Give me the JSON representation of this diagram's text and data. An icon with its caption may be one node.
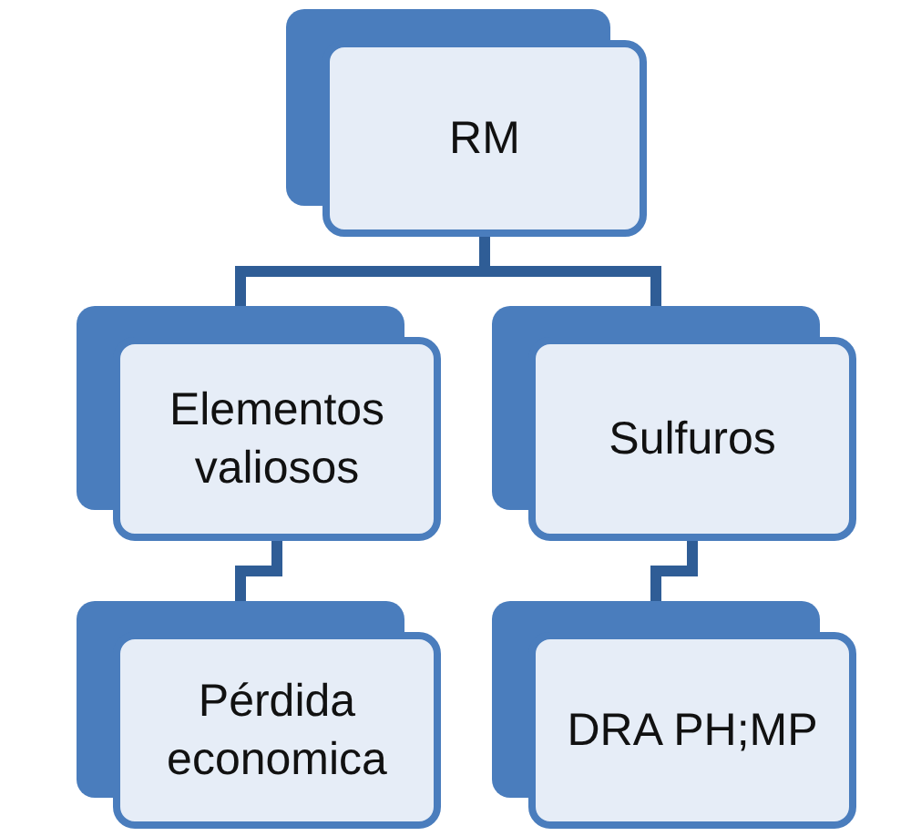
{
  "diagram": {
    "nodes": [
      {
        "text": [
          "RM"
        ]
      },
      {
        "text": [
          "Elementos valiosos"
        ]
      },
      {
        "text": [
          "Sulfuros"
        ]
      },
      {
        "text": [
          "Pérdida economica"
        ]
      },
      {
        "text": [
          "DRA PH;MP"
        ]
      }
    ],
    "edges": [
      {
        "from": 0,
        "to": 1,
        "arrow": "none"
      },
      {
        "from": 0,
        "to": 2,
        "arrow": "none"
      },
      {
        "from": 1,
        "to": 3,
        "arrow": "none"
      },
      {
        "from": 2,
        "to": 4,
        "arrow": "none"
      }
    ]
  }
}
